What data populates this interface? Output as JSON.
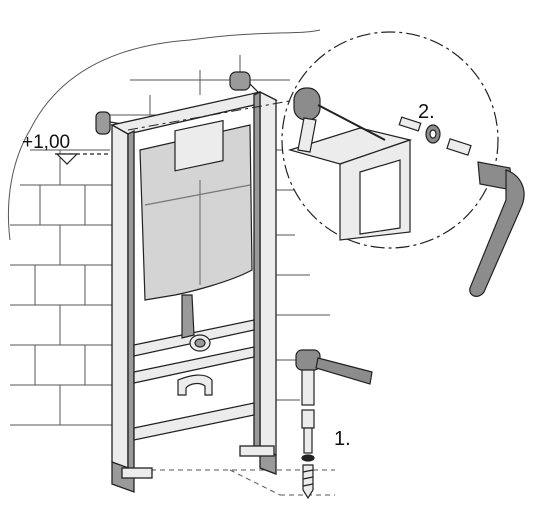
{
  "labels": {
    "height_mark": "+1,00",
    "step_one": "1.",
    "step_two": "2."
  },
  "colors": {
    "line": "#222222",
    "wall_line": "#555555",
    "frame_fill": "#ececec",
    "frame_shade": "#9a9a9a",
    "tank_fill": "#d4d4d4",
    "tool_fill": "#8c8c8c",
    "background": "#ffffff"
  }
}
